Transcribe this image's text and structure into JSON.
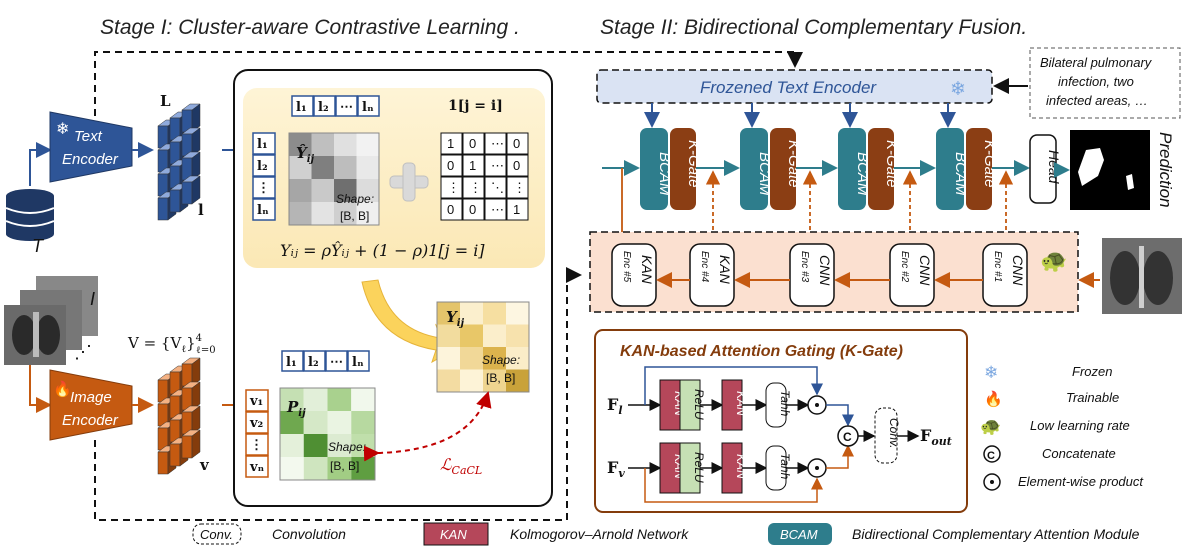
{
  "titles": {
    "stage1": "Stage I: Cluster-aware Contrastive Learning .",
    "stage2": "Stage II: Bidirectional Complementary Fusion."
  },
  "stage1": {
    "text_encoder": [
      "Text",
      "Encoder"
    ],
    "image_encoder": [
      "Image",
      "Encoder"
    ],
    "T": "T",
    "I": "I",
    "L_label": "L",
    "l_label": "l",
    "v_label": "v",
    "V_set": "V = {V",
    "V_sub": "ℓ",
    "V_rest": "}",
    "V_sup": "4",
    "V_lower": "ℓ=0",
    "top_row_labels": [
      "l₁",
      "l₂",
      "⋯",
      "lₙ"
    ],
    "left_col_labels": [
      "l₁",
      "l₂",
      "⋮",
      "lₙ"
    ],
    "Yhat": "Ŷ",
    "Yhat_sub": "ij",
    "shape_label": "Shape:",
    "shape_value": "[B, B]",
    "indicator_title": "1[j = i]",
    "identity": [
      [
        "1",
        "0",
        "⋯",
        "0"
      ],
      [
        "0",
        "1",
        "⋯",
        "0"
      ],
      [
        "⋮",
        "⋮",
        "⋱",
        "⋮"
      ],
      [
        "0",
        "0",
        "⋯",
        "1"
      ]
    ],
    "formula": "Yᵢⱼ = ρŶᵢⱼ + (1 − ρ)1[j = i]",
    "Y_label": "Y",
    "Y_sub": "ij",
    "P_label": "P",
    "P_sub": "ij",
    "v_col_labels": [
      "v₁",
      "v₂",
      "⋮",
      "vₙ"
    ],
    "loss": "ℒ",
    "loss_sub": "CaCL"
  },
  "stage2": {
    "frozen_text_encoder": "Frozened Text Encoder",
    "report_text": [
      "Bilateral pulmonary",
      "infection, two",
      "infected areas, …"
    ],
    "bcam": "BCAM",
    "kgate": "K-Gate",
    "head": "Head",
    "prediction": "Prediction",
    "encoders": [
      {
        "main": "KAN",
        "sub": "Enc #5"
      },
      {
        "main": "KAN",
        "sub": "Enc #4"
      },
      {
        "main": "CNN",
        "sub": "Enc #3"
      },
      {
        "main": "CNN",
        "sub": "Enc #2"
      },
      {
        "main": "CNN",
        "sub": "Enc #1"
      }
    ]
  },
  "kgate_panel": {
    "title": "KAN-based Attention Gating (K-Gate)",
    "F_l": "F",
    "F_l_sub": "l",
    "F_v": "F",
    "F_v_sub": "v",
    "kan": "KAN",
    "relu": "ReLU",
    "tanh": "Tanh",
    "conv": "Conv.",
    "concat": "C",
    "F_out": "F",
    "F_out_sub": "out"
  },
  "legend_right": [
    {
      "icon": "snowflake-icon",
      "label": "Frozen"
    },
    {
      "icon": "flame-icon",
      "label": "Trainable"
    },
    {
      "icon": "turtle-icon",
      "label": "Low learning rate"
    },
    {
      "icon": "concat-icon",
      "label": "Concatenate"
    },
    {
      "icon": "product-icon",
      "label": "Element-wise product"
    }
  ],
  "legend_bottom": {
    "conv_tag": "Conv.",
    "conv_label": "Convolution",
    "kan_tag": "KAN",
    "kan_label": "Kolmogorov–Arnold Network",
    "bcam_tag": "BCAM",
    "bcam_label": "Bidirectional Complementary Attention Module"
  },
  "colors": {
    "text_blue": "#2e5597",
    "image_orange": "#c55a11",
    "bcam_teal": "#2e7d8c",
    "kgate_brown": "#8b3e14",
    "kan_red": "#b5475a",
    "relu_green": "#c6e0b4",
    "yellow_panel": "#fdf0c8",
    "peach_panel": "#fbe0d0",
    "frozen_blue": "#dae3f3"
  }
}
